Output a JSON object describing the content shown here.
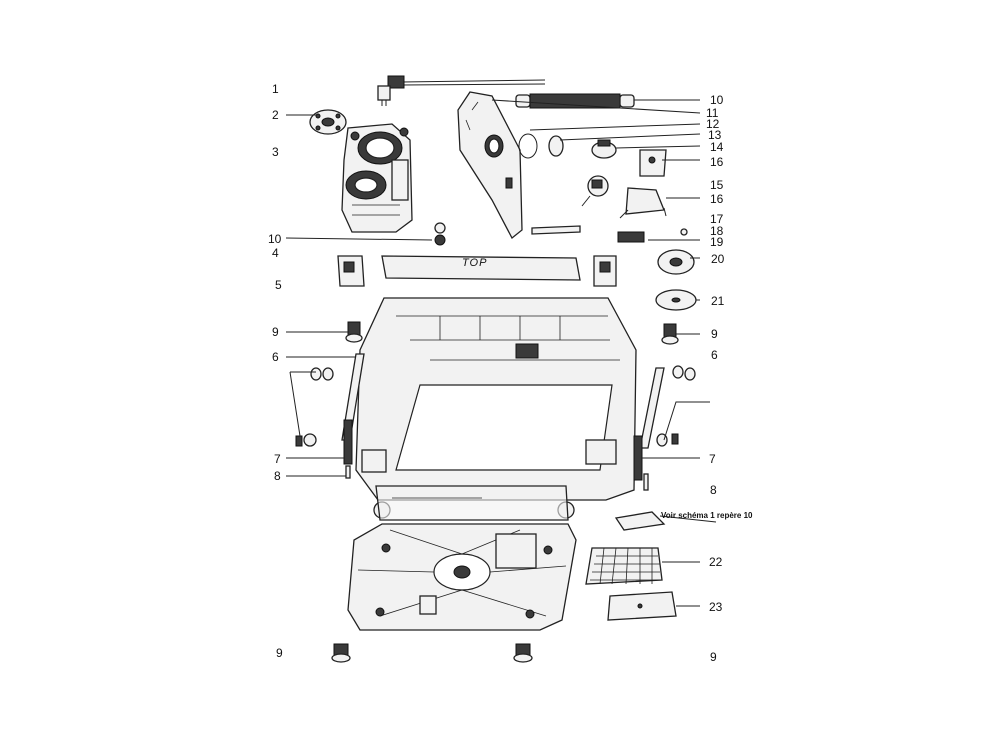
{
  "callouts": {
    "n1": "1",
    "n2": "2",
    "n3": "3",
    "n4": "4",
    "n5": "5",
    "n6_left": "6",
    "n6_right": "6",
    "n7_left": "7",
    "n7_right": "7",
    "n8_left": "8",
    "n8_right": "8",
    "n9_left_upper": "9",
    "n9_right_upper": "9",
    "n9_left_lower": "9",
    "n9_right_lower": "9",
    "n10_top": "10",
    "n10_left": "10",
    "n11": "11",
    "n12": "12",
    "n13": "13",
    "n14": "14",
    "n15": "15",
    "n16_a": "16",
    "n16_b": "16",
    "n17": "17",
    "n18": "18",
    "n19": "19",
    "n20": "20",
    "n21": "21",
    "n22": "22",
    "n23": "23"
  },
  "part_text": {
    "top_marking": "TOP",
    "note_ref": "Voir schéma 1 repère 10"
  }
}
